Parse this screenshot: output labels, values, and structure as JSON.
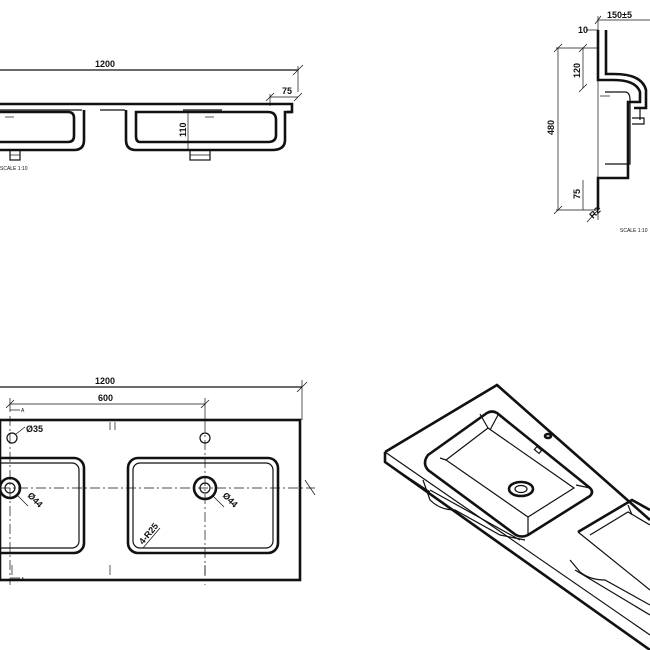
{
  "front_section": {
    "overall_width": "1200",
    "edge_offset": "75",
    "bowl_depth": "110",
    "scale_note": "SCALE 1:10"
  },
  "side_section": {
    "top_offset": "150±5",
    "top_thickness": "10",
    "rim_height": "120",
    "total_depth": "480",
    "bottom_offset": "75",
    "radius": "R2",
    "scale_note": "SCALE 1:10"
  },
  "plan_view": {
    "overall_width": "1200",
    "bowl_spacing": "600",
    "tap_hole": "Ø35",
    "drain_left": "Ø44",
    "drain_right": "Ø44",
    "corner_radius": "4-R25",
    "section_marker_top": "A",
    "section_marker_bottom": "A"
  },
  "colors": {
    "line": "#111111",
    "background": "#ffffff"
  }
}
